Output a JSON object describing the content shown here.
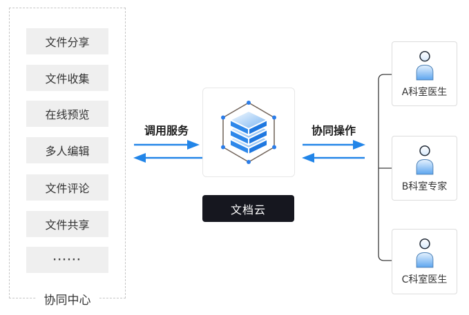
{
  "collab_center": {
    "label": "协同中心",
    "items": [
      "文件分享",
      "文件收集",
      "在线预览",
      "多人编辑",
      "文件评论",
      "文件共享",
      "······"
    ]
  },
  "left_link": {
    "label": "调用服务"
  },
  "right_link": {
    "label": "协同操作"
  },
  "hub": {
    "label": "文档云",
    "icon": "hexagon-stack-icon"
  },
  "participants": [
    {
      "label": "A科室医生"
    },
    {
      "label": "B科室专家"
    },
    {
      "label": "C科室医生"
    }
  ],
  "colors": {
    "arrow_blue": "#2285e8",
    "service_item_bg": "#efefef",
    "badge_bg": "#16171f",
    "badge_text": "#ffffff",
    "dashed_border": "#c4c4c4",
    "card_border": "#dcdcdc",
    "bracket": "#3b3b3b",
    "text_dark": "#333333"
  }
}
